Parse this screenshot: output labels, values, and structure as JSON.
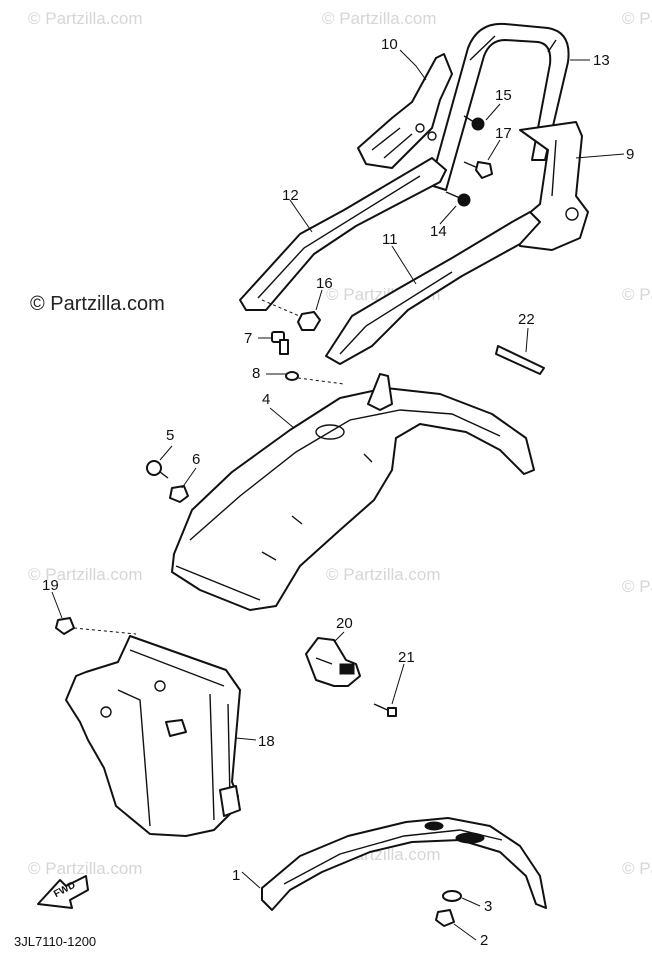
{
  "watermark": {
    "brand": "© Partzilla.com",
    "faint": "© Partzilla.com"
  },
  "diagram_code": "3JL7110-1200",
  "fwd_label": "FWD",
  "callouts": {
    "c1": "1",
    "c2": "2",
    "c3": "3",
    "c4": "4",
    "c5": "5",
    "c6": "6",
    "c7": "7",
    "c8": "8",
    "c9": "9",
    "c10": "10",
    "c11": "11",
    "c12": "12",
    "c13": "13",
    "c14": "14",
    "c15": "15",
    "c16": "16",
    "c17": "17",
    "c18": "18",
    "c19": "19",
    "c20": "20",
    "c21": "21",
    "c22": "22"
  }
}
